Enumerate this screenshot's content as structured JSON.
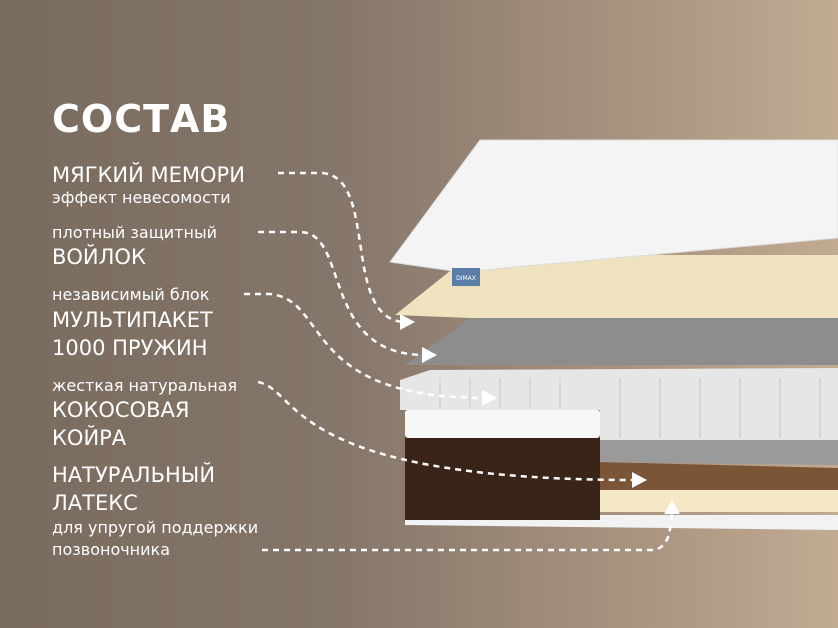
{
  "title": "СОСТАВ",
  "layers": [
    {
      "lines": [
        "МЯГКИЙ МЕМОРИ",
        "эффект невесомости"
      ]
    },
    {
      "lines": [
        "плотный защитный",
        "ВОЙЛОК"
      ]
    },
    {
      "lines": [
        "независимый блок",
        "МУЛЬТИПАКЕТ",
        "1000 ПРУЖИН"
      ]
    },
    {
      "lines": [
        "жесткая натуральная",
        "КОКОСОВАЯ",
        "КОЙРА"
      ]
    },
    {
      "lines": [
        "НАТУРАЛЬНЫЙ",
        "ЛАТЕКС",
        "для упругой поддержки",
        "позвоночника"
      ]
    }
  ],
  "brand_label": "DIMAX",
  "colors": {
    "text": "#ffffff",
    "background_left": "#7a6b5f",
    "background_right": "#c2ab93",
    "cover": "#f4f4f4",
    "memory": "#efe2bf",
    "felt": "#8d8d8d",
    "coir": "#6b4a2e",
    "frame": "#3a2418"
  }
}
